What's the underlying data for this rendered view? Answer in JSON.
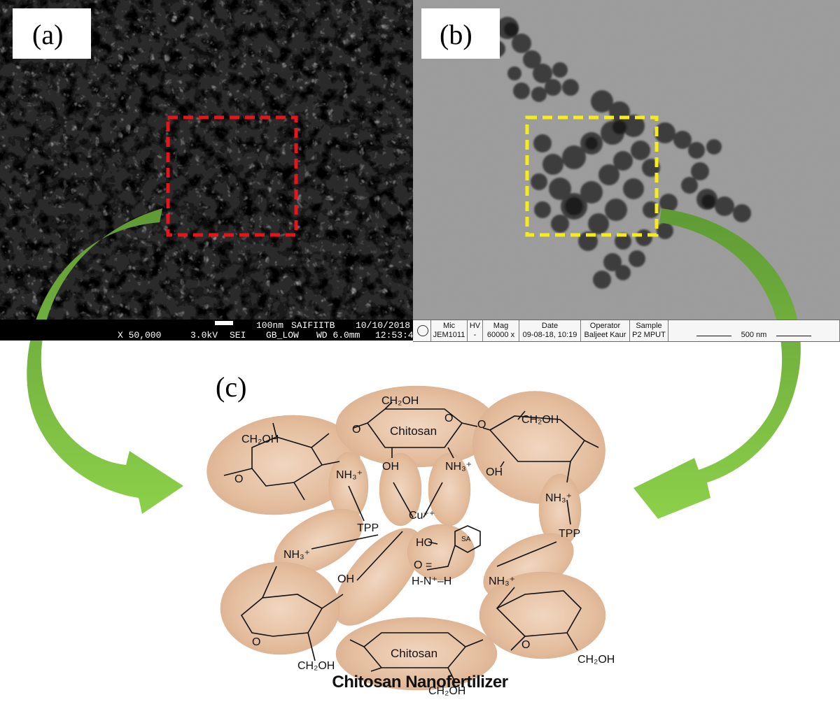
{
  "panels": {
    "a": {
      "label": "(a)"
    },
    "b": {
      "label": "(b)"
    },
    "c": {
      "label": "(c)"
    }
  },
  "sem_info": {
    "magnification": "X 50,000",
    "voltage": "3.0kV",
    "detector": "SEI",
    "scale": "100nm",
    "facility": "SAIFIITB",
    "date": "10/10/2018",
    "mode": "GB_LOW",
    "wd": "WD 6.0mm",
    "time": "12:53:4"
  },
  "tem_info": {
    "columns": [
      {
        "header": "Mic",
        "value": "JEM1011"
      },
      {
        "header": "HV",
        "value": "-"
      },
      {
        "header": "Mag",
        "value": "60000 x"
      },
      {
        "header": "Date",
        "value": "09-08-18, 10:19"
      },
      {
        "header": "Operator",
        "value": "Baljeet Kaur"
      },
      {
        "header": "Sample",
        "value": "P2 MPUT"
      }
    ],
    "scale": "500 nm"
  },
  "structure": {
    "ring_top_center": "Chitosan",
    "ring_bottom_center": "Chitosan",
    "ch2oh": "CH₂OH",
    "oh": "OH",
    "nh3": "NH₃⁺",
    "tpp": "TPP",
    "cu": "Cu⁺⁺",
    "ho": "HO",
    "sa": "SA",
    "o_eq": "O =",
    "hnh": "H-N⁺–H",
    "o": "O"
  },
  "title": "Chitosan Nanofertilizer",
  "colors": {
    "box_a": "#e8141b",
    "box_b": "#f5ec1a",
    "arrow": "#7fc241",
    "ellipse": "#e6c2a6"
  }
}
